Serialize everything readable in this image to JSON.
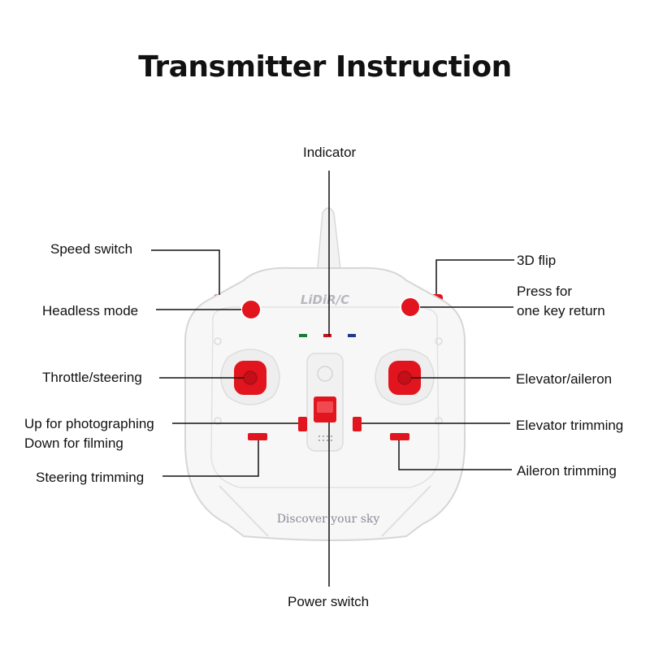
{
  "title": "Transmitter Instruction",
  "brand_logo": "LiDiR/C",
  "slogan": "Discover your sky",
  "labels": {
    "indicator": "Indicator",
    "speed_switch": "Speed switch",
    "headless_mode": "Headless mode",
    "throttle_steering": "Throttle/steering",
    "photo_line1": "Up for photographing",
    "photo_line2": "Down for filming",
    "steering_trimming": "Steering trimming",
    "flip_3d": "3D flip",
    "return_line1": "Press for",
    "return_line2": "one key return",
    "elevator_aileron": "Elevator/aileron",
    "elevator_trimming": "Elevator trimming",
    "aileron_trimming": "Aileron trimming",
    "power_switch": "Power switch"
  },
  "colors": {
    "accent_red": "#e2141e",
    "body_white": "#f7f7f7",
    "body_edge": "#d6d6d6",
    "led_green": "#1a7a3a",
    "led_red": "#c0141e",
    "led_blue": "#1a3a8a"
  }
}
